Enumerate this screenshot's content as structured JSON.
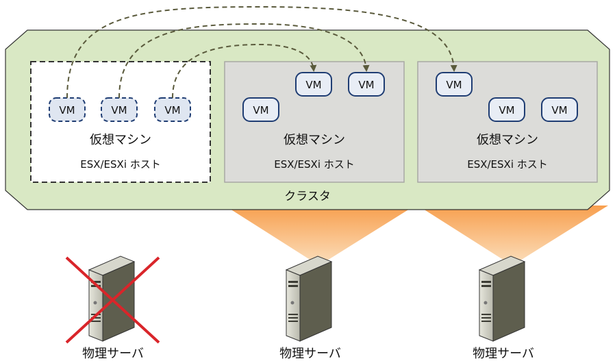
{
  "cluster": {
    "label": "クラスタ"
  },
  "hosts": [
    {
      "vm_group_label": "仮想マシン",
      "host_label": "ESX/ESXi ホスト",
      "status": "failed",
      "vms": [
        {
          "label": "VM"
        },
        {
          "label": "VM"
        },
        {
          "label": "VM"
        }
      ]
    },
    {
      "vm_group_label": "仮想マシン",
      "host_label": "ESX/ESXi ホスト",
      "status": "running",
      "vms": [
        {
          "label": "VM"
        },
        {
          "label": "VM"
        },
        {
          "label": "VM"
        }
      ]
    },
    {
      "vm_group_label": "仮想マシン",
      "host_label": "ESX/ESXi ホスト",
      "status": "running",
      "vms": [
        {
          "label": "VM"
        },
        {
          "label": "VM"
        },
        {
          "label": "VM"
        }
      ]
    }
  ],
  "servers": [
    {
      "label": "物理サーバ",
      "status": "failed"
    },
    {
      "label": "物理サーバ",
      "status": "running"
    },
    {
      "label": "物理サーバ",
      "status": "running"
    }
  ],
  "migrations": [
    {
      "from": "hosts.0.vms.0",
      "to": "hosts.2.vms.0"
    },
    {
      "from": "hosts.0.vms.1",
      "to": "hosts.1.vms.2"
    },
    {
      "from": "hosts.0.vms.2",
      "to": "hosts.1.vms.1"
    }
  ],
  "colors": {
    "cluster_fill": "#d9e8c4",
    "cluster_stroke": "#333333",
    "host_fill": "#dcdcd9",
    "host_stroke": "#a8a8a4",
    "vm_fill": "#e8edf5",
    "vm_stroke": "#1f3d73",
    "arrow": "#5a5a3c",
    "beam": "#f7a04b",
    "cross": "#d9252a"
  }
}
